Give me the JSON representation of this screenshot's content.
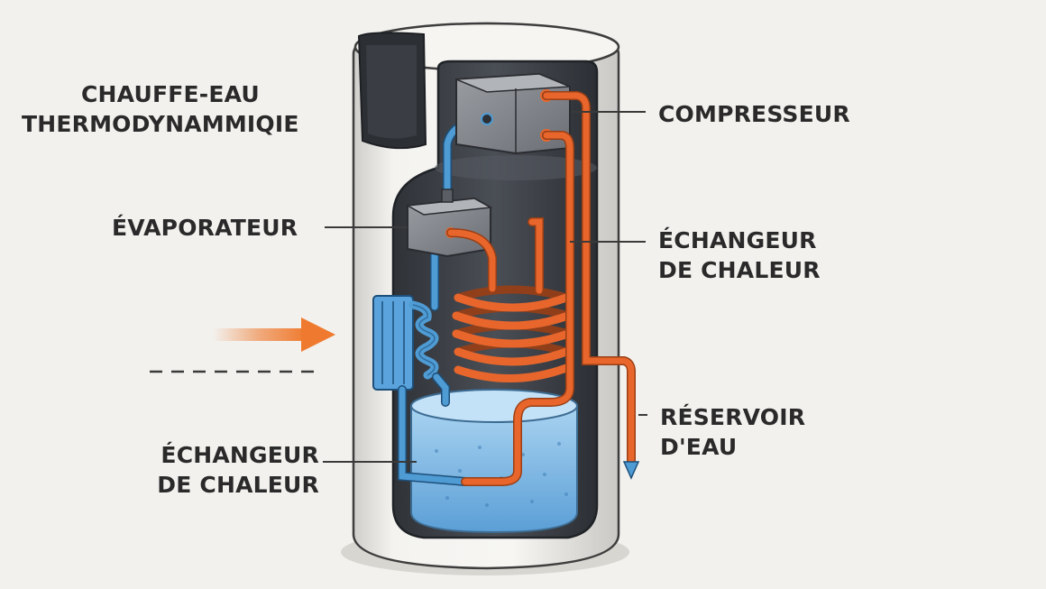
{
  "title": {
    "line1": "CHAUFFE-EAU",
    "line2": "THERMODYNAMMIQIE"
  },
  "labels": {
    "compresseur": "COMPRESSEUR",
    "evaporateur": "ÉVAPORATEUR",
    "echangeur_right": {
      "line1": "ÉCHANGEUR",
      "line2": "DE CHALEUR"
    },
    "reservoir": {
      "line1": "RÉSERVOIR",
      "line2": "D'EAU"
    },
    "echangeur_left": {
      "line1": "ÉCHANGEUR",
      "line2": "DE CHALEUR"
    }
  },
  "colors": {
    "background": "#f2f1ee",
    "shell": "#ececea",
    "interior": "#3f4349",
    "copper": "#e8662c",
    "cold_pipe": "#4f9bd4",
    "water": "#7cb9e6",
    "arrow": "#ef7a2f",
    "text": "#2a2a2a"
  }
}
